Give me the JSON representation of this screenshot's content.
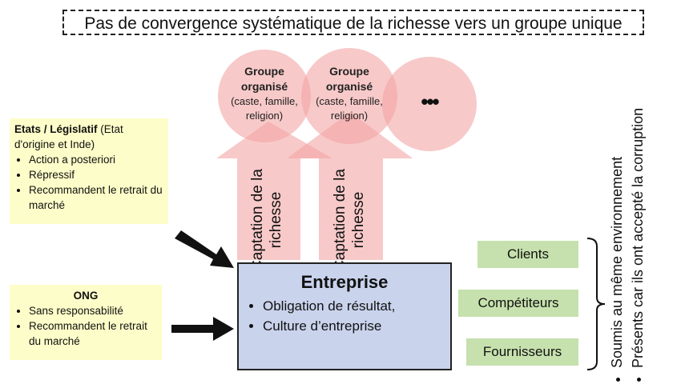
{
  "title": "Pas de convergence systématique de la richesse vers un groupe unique",
  "groups": [
    {
      "name": "Groupe organisé",
      "detail": "(caste, famille, religion)"
    },
    {
      "name": "Groupe organisé",
      "detail": "(caste, famille, religion)"
    },
    {
      "name": "•••"
    }
  ],
  "arrows": [
    "Captation de la richesse",
    "Captation de la richesse"
  ],
  "etats": {
    "title": "Etats / Législatif",
    "title_rest": " (Etat d'origine et Inde)",
    "items": [
      "Action a posteriori",
      "Répressif",
      "Recommandent le retrait du marché"
    ]
  },
  "ong": {
    "title": "ONG",
    "items": [
      "Sans responsabilité",
      "Recommandent le retrait du marché"
    ]
  },
  "entreprise": {
    "title": "Entreprise",
    "items": [
      "Obligation de résultat,",
      "Culture d’entreprise"
    ]
  },
  "stakeholders": [
    "Clients",
    "Compétiteurs",
    "Fournisseurs"
  ],
  "notes": [
    "Soumis au même environnement",
    "Présents car ils ont accepté la corruption"
  ]
}
